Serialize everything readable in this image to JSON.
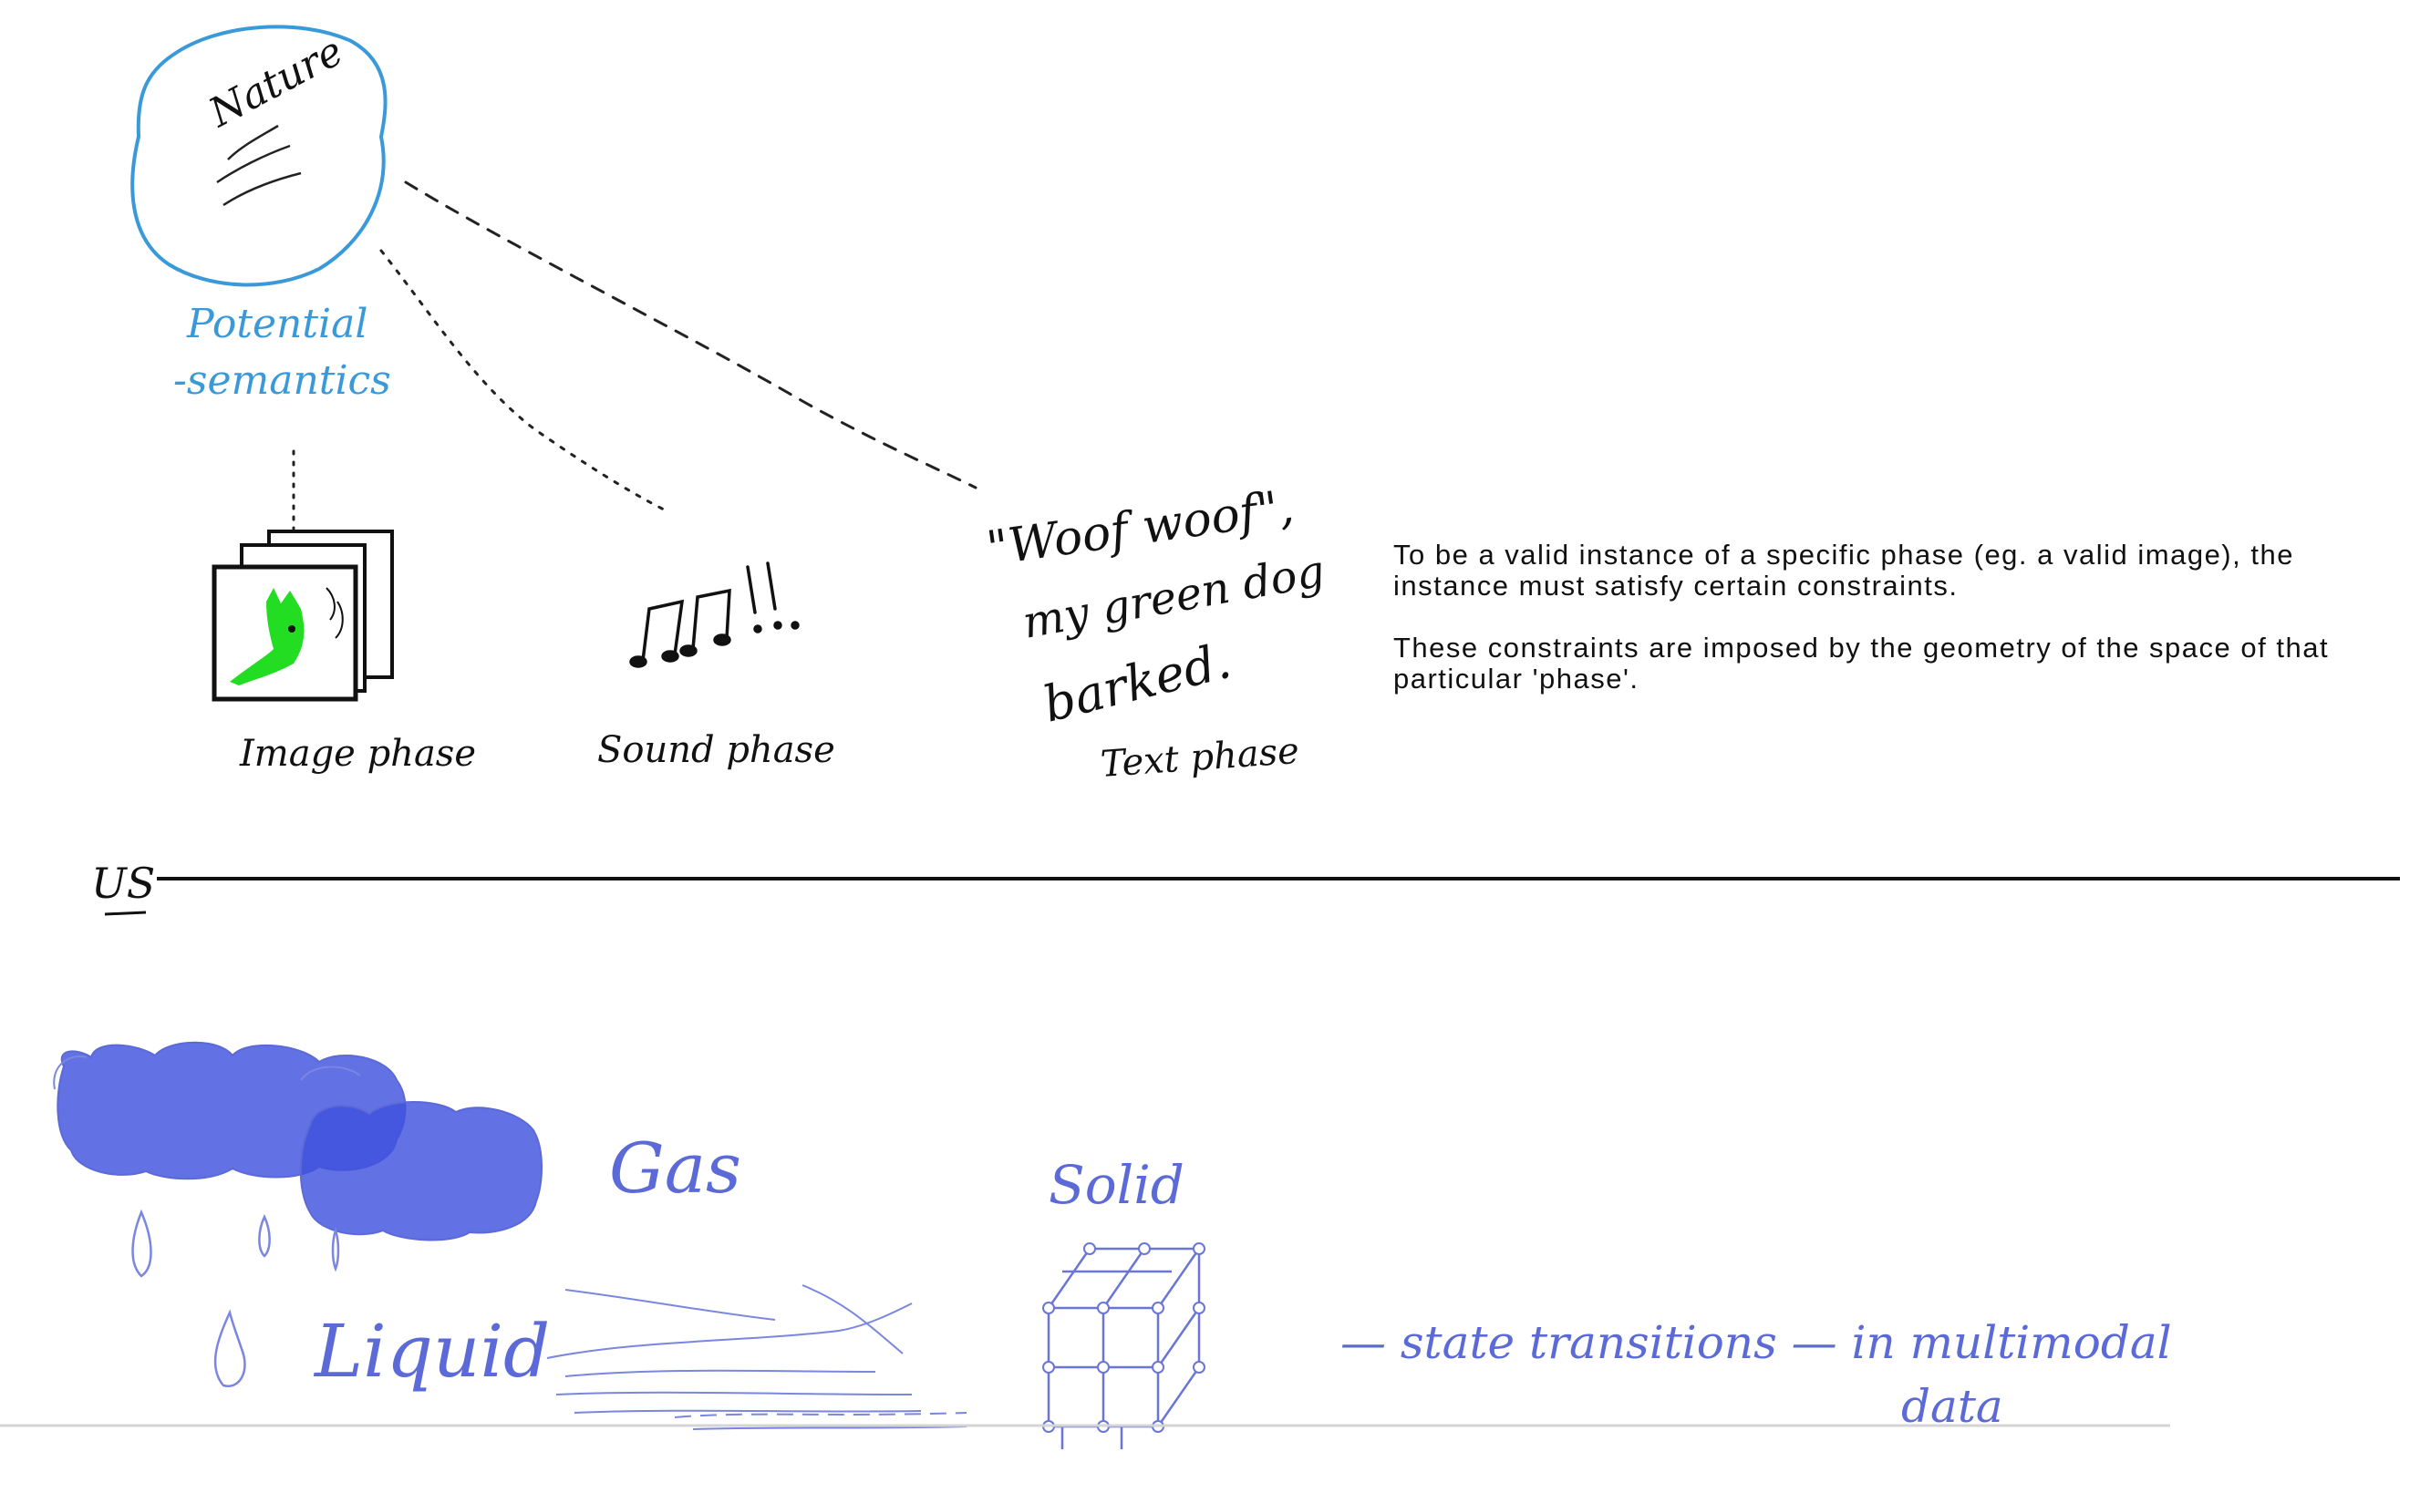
{
  "labels": {
    "nature": "Nature",
    "potential": "Potential",
    "semantics": "-semantics",
    "image_phase": "Image phase",
    "sound_phase": "Sound phase",
    "text_phase": "Text phase",
    "quote_line1": "\"Woof woof\",",
    "quote_line2": "my green dog",
    "quote_line3": "barked.",
    "us": "US",
    "gas": "Gas",
    "solid": "Solid",
    "liquid": "Liquid",
    "transitions_line1": "— state transitions — in multimodal",
    "transitions_line2": "data"
  },
  "note": {
    "paragraph1": "To be a valid instance of a specific phase (eg. a valid image), the instance must satisfy certain constraints.",
    "paragraph2": "These constraints are imposed by the geometry of the space of that particular 'phase'."
  },
  "colors": {
    "ink": "#111111",
    "cyan_pen": "#3a9ad9",
    "blue_pen": "#5b6ad6",
    "cloud_fill": "#3f52dd",
    "dog_green": "#22dd22"
  }
}
